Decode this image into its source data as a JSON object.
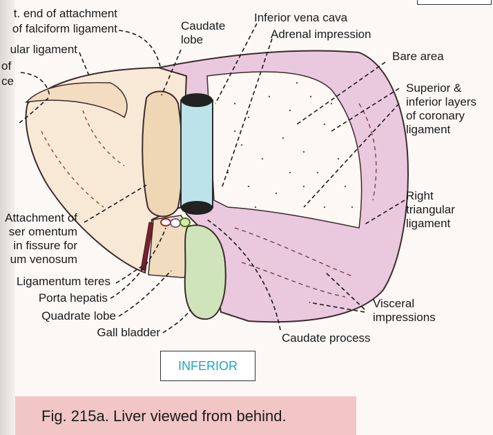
{
  "figure": {
    "orientation_label": "INFERIOR",
    "caption": "Fig. 215a. Liver viewed from behind."
  },
  "labels": {
    "falciform_line1": "t. end of attachment",
    "falciform_line2": "of falciform ligament",
    "triangular_left": "ular ligament",
    "left_fragment1": "of",
    "left_fragment2": "ce",
    "caudate_line1": "Caudate",
    "caudate_line2": "lobe",
    "ivc": "Inferior vena cava",
    "adrenal": "Adrenal impression",
    "bare_area": "Bare area",
    "coronary_line1": "Superior &",
    "coronary_line2": "inferior layers",
    "coronary_line3": "of coronary",
    "coronary_line4": "ligament",
    "right_tri_line1": "Right",
    "right_tri_line2": "triangular",
    "right_tri_line3": "ligament",
    "omentum_line1": "Attachment of",
    "omentum_line2": "ser omentum",
    "omentum_line3": "in fissure for",
    "omentum_line4": "um venosum",
    "lig_teres": "Ligamentum teres",
    "porta": "Porta hepatis",
    "quadrate": "Quadrate lobe",
    "gall": "Gall bladder",
    "caudate_process": "Caudate  process",
    "visceral_line1": "Visceral",
    "visceral_line2": "impressions"
  },
  "colors": {
    "right_lobe": "#eac8de",
    "left_lobe": "#f8e8d6",
    "caudate_lobe": "#efd6b4",
    "ivc": "#bde3ea",
    "gall_bladder": "#cfe4ba",
    "bare_area": "#fdf8f4",
    "ligamentum_teres": "#7a1f33",
    "orientation_text": "#1aa6c8",
    "caption_band": "#f2c6c6"
  }
}
